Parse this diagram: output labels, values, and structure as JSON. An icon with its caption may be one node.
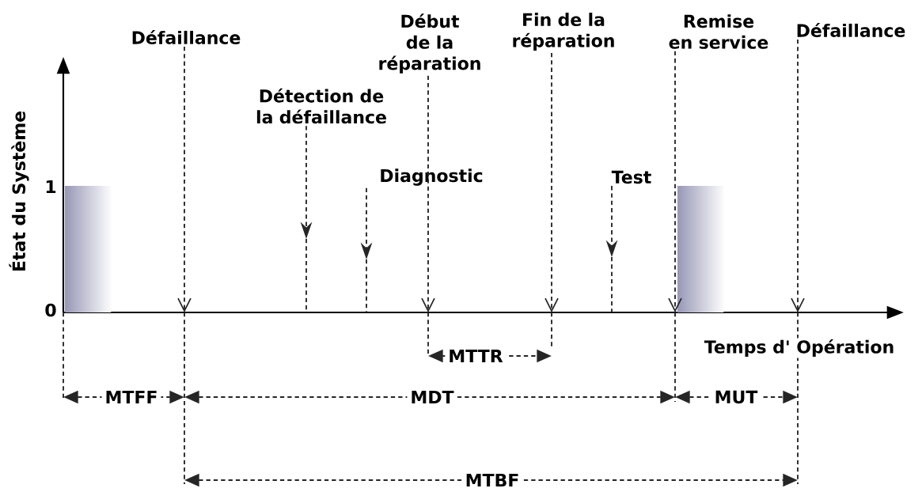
{
  "diagram": {
    "nodes": [
      {
        "text": [
          "Défaillance"
        ]
      },
      {
        "text": [
          "Détection de la défaillance"
        ]
      },
      {
        "text": [
          "Diagnostic"
        ]
      },
      {
        "text": [
          "Début de la réparation"
        ]
      },
      {
        "text": [
          "Fin de la réparation"
        ]
      },
      {
        "text": [
          "Test"
        ]
      },
      {
        "text": [
          "Remise en service"
        ]
      },
      {
        "text": [
          "Défaillance"
        ]
      },
      {
        "text": [],
        "shape": "bar"
      },
      {
        "text": [],
        "shape": "bar"
      }
    ],
    "edges": [
      {
        "from": 0,
        "to": null,
        "arrow": "to",
        "style": "dashed"
      },
      {
        "from": 1,
        "to": null,
        "arrow": "to",
        "style": "dashed"
      },
      {
        "from": 2,
        "to": null,
        "arrow": "to",
        "style": "dashed"
      },
      {
        "from": 3,
        "to": null,
        "arrow": "to",
        "style": "dashed"
      },
      {
        "from": 4,
        "to": null,
        "arrow": "to",
        "style": "dashed"
      },
      {
        "from": 5,
        "to": null,
        "arrow": "to",
        "style": "dashed"
      },
      {
        "from": 6,
        "to": 9,
        "arrow": "to",
        "style": "dashed"
      },
      {
        "from": 7,
        "to": null,
        "arrow": "to",
        "style": "dashed"
      }
    ],
    "labels": [
      "1",
      "0",
      "État du Système",
      "Temps d' Opération",
      "MTTR",
      "MTFF",
      "MDT",
      "MUT",
      "MTBF"
    ]
  }
}
